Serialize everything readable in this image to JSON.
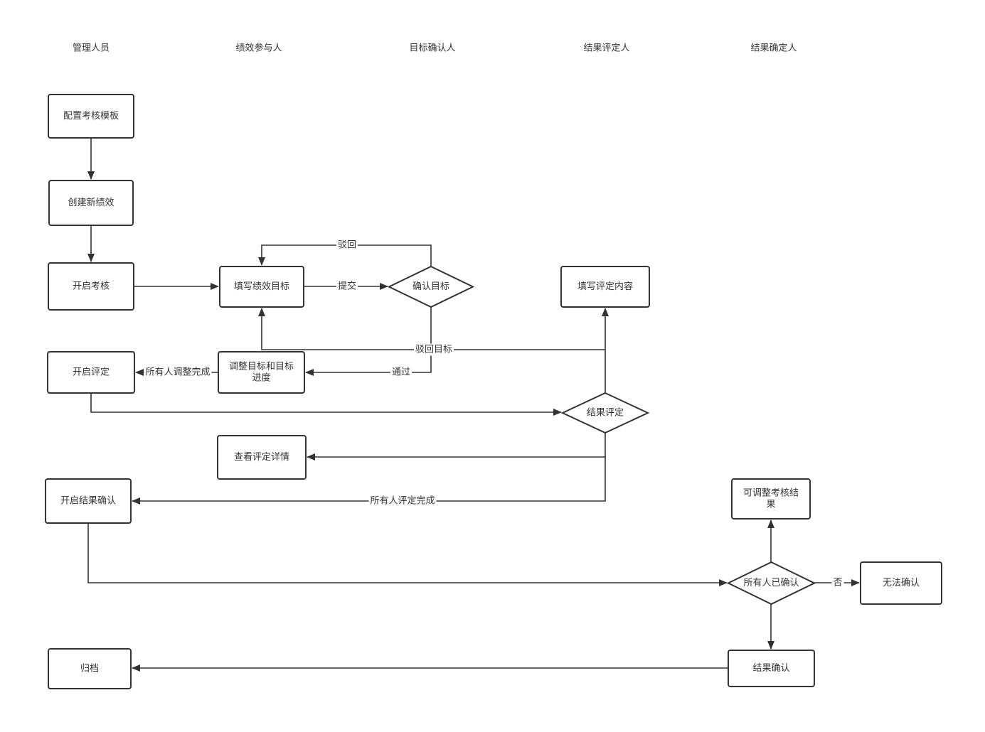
{
  "lanes": [
    {
      "id": "admin",
      "label": "管理人员"
    },
    {
      "id": "participant",
      "label": "绩效参与人"
    },
    {
      "id": "goal_confirmer",
      "label": "目标确认人"
    },
    {
      "id": "result_evaluator",
      "label": "结果评定人"
    },
    {
      "id": "result_confirmer",
      "label": "结果确定人"
    }
  ],
  "nodes": [
    {
      "id": "n1",
      "shape": "rect",
      "lines": [
        "配置考核模板"
      ]
    },
    {
      "id": "n2",
      "shape": "rect",
      "lines": [
        "创建新绩效"
      ]
    },
    {
      "id": "n3",
      "shape": "rect",
      "lines": [
        "开启考核"
      ]
    },
    {
      "id": "n4",
      "shape": "rect",
      "lines": [
        "填写绩效目标"
      ]
    },
    {
      "id": "n5",
      "shape": "diamond",
      "lines": [
        "确认目标"
      ]
    },
    {
      "id": "n6",
      "shape": "rect",
      "lines": [
        "填写评定内容"
      ]
    },
    {
      "id": "n7",
      "shape": "rect",
      "lines": [
        "开启评定"
      ]
    },
    {
      "id": "n8",
      "shape": "rect",
      "lines": [
        "调整目标和目标",
        "进度"
      ]
    },
    {
      "id": "n9",
      "shape": "diamond",
      "lines": [
        "结果评定"
      ]
    },
    {
      "id": "n10",
      "shape": "rect",
      "lines": [
        "查看评定详情"
      ]
    },
    {
      "id": "n11",
      "shape": "rect",
      "lines": [
        "开启结果确认"
      ]
    },
    {
      "id": "n12",
      "shape": "rect",
      "lines": [
        "可调整考核结",
        "果"
      ]
    },
    {
      "id": "n13",
      "shape": "diamond",
      "lines": [
        "所有人已确认"
      ]
    },
    {
      "id": "n14",
      "shape": "rect",
      "lines": [
        "无法确认"
      ]
    },
    {
      "id": "n15",
      "shape": "rect",
      "lines": [
        "结果确认"
      ]
    },
    {
      "id": "n16",
      "shape": "rect",
      "lines": [
        "归档"
      ]
    }
  ],
  "edges": [
    {
      "id": "e1",
      "from": "n1",
      "to": "n2",
      "label": ""
    },
    {
      "id": "e2",
      "from": "n2",
      "to": "n3",
      "label": ""
    },
    {
      "id": "e3",
      "from": "n3",
      "to": "n4",
      "label": ""
    },
    {
      "id": "e4",
      "from": "n4",
      "to": "n5",
      "label": "提交"
    },
    {
      "id": "e5",
      "from": "n5",
      "to": "n4",
      "label": "驳回"
    },
    {
      "id": "e6",
      "from": "n5",
      "to": "n8",
      "label": "通过"
    },
    {
      "id": "e7",
      "from": "n8",
      "to": "n7",
      "label": "所有人调整完成"
    },
    {
      "id": "e8",
      "from": "n7",
      "to": "n9",
      "label": ""
    },
    {
      "id": "e9",
      "from": "n9",
      "to": "n6",
      "label": ""
    },
    {
      "id": "e10",
      "from": "n9",
      "to": "n4",
      "label": "驳回目标"
    },
    {
      "id": "e11",
      "from": "n9",
      "to": "n10",
      "label": ""
    },
    {
      "id": "e12",
      "from": "n9",
      "to": "n11",
      "label": "所有人评定完成"
    },
    {
      "id": "e13",
      "from": "n11",
      "to": "n13",
      "label": ""
    },
    {
      "id": "e14",
      "from": "n13",
      "to": "n12",
      "label": ""
    },
    {
      "id": "e15",
      "from": "n13",
      "to": "n14",
      "label": "否"
    },
    {
      "id": "e16",
      "from": "n13",
      "to": "n15",
      "label": ""
    },
    {
      "id": "e17",
      "from": "n15",
      "to": "n16",
      "label": ""
    }
  ]
}
